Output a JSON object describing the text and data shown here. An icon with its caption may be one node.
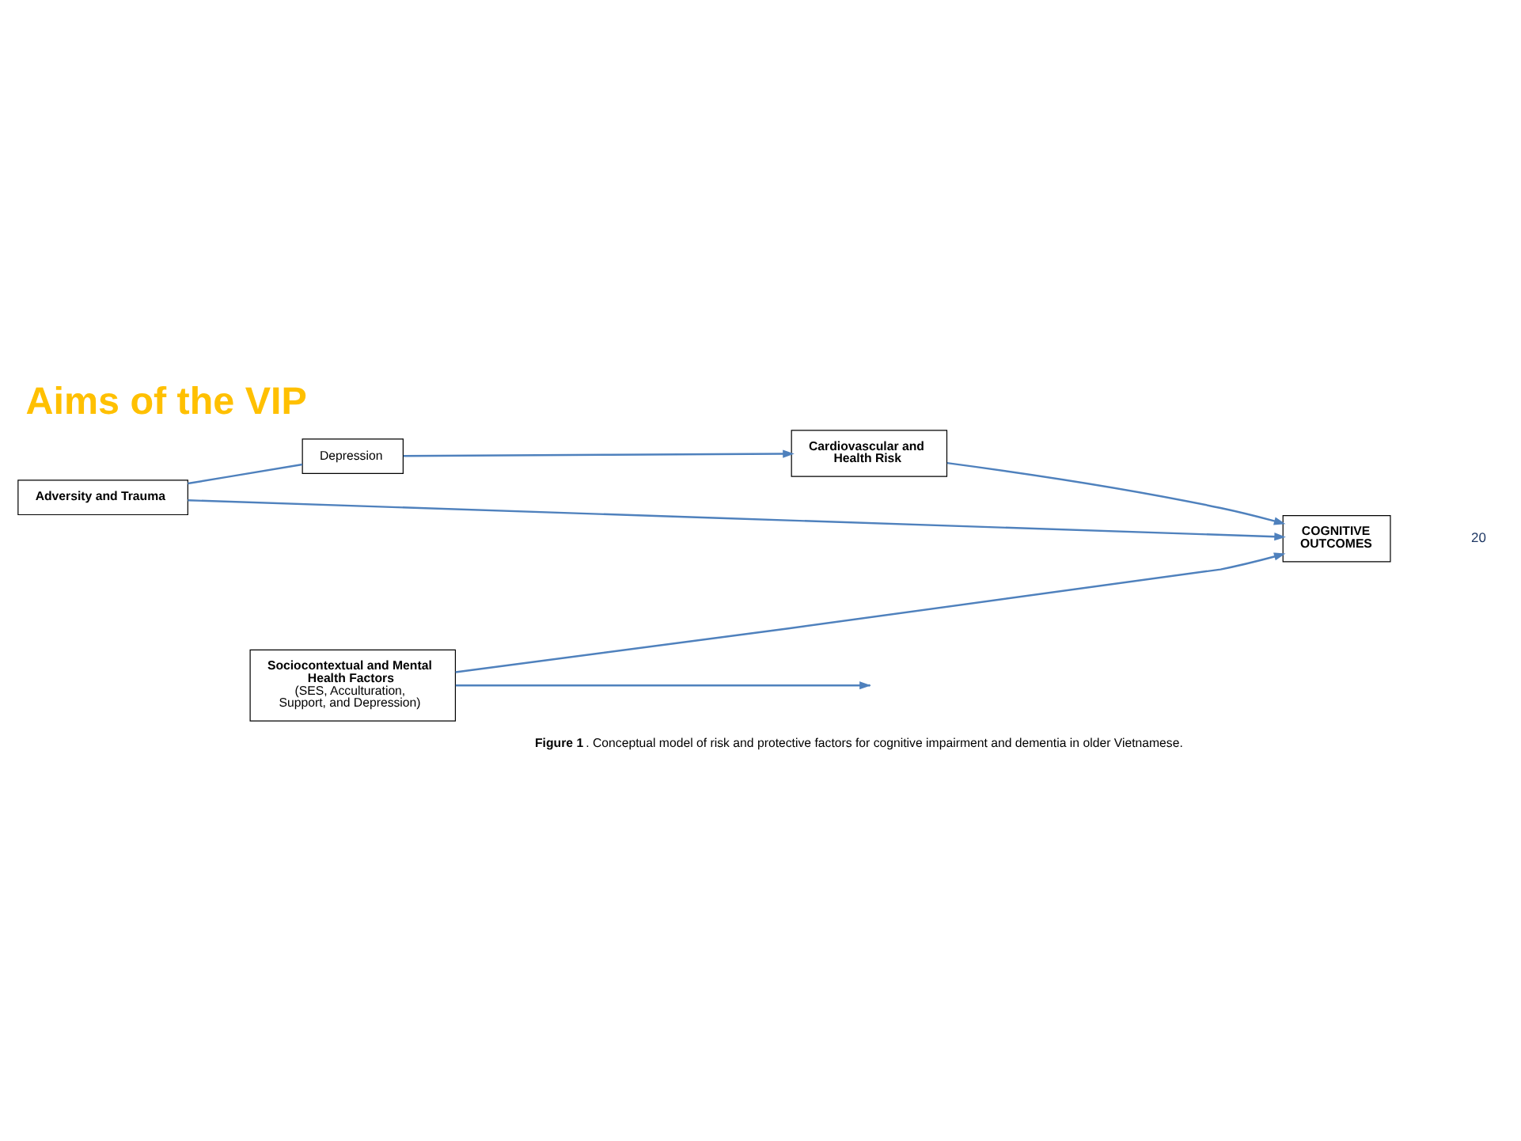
{
  "diagram": {
    "title": "Aims of the VIP",
    "caption": "**Figure 1**. Conceptual model of risk and protective factors for cognitive impairment and dementia in older Vietnamese.",
    "nodes": [
      {
        "text": [
          "Adversity and Trauma"
        ]
      },
      {
        "text": [
          "Depression"
        ]
      },
      {
        "text": [
          "Cardiovascular and Health Risk"
        ]
      },
      {
        "text": [
          "COGNITIVE OUTCOMES"
        ]
      },
      {
        "text": [
          "Sociocontextual and Mental Health Factors",
          "(SES, Acculturation, Support, and Depression)"
        ]
      }
    ],
    "edges": [
      {
        "from": 0,
        "to": 1,
        "arrow": "none"
      },
      {
        "from": 1,
        "to": 2,
        "arrow": "to"
      },
      {
        "from": 2,
        "to": 3,
        "arrow": "to"
      },
      {
        "from": 0,
        "to": 3,
        "arrow": "to"
      },
      {
        "from": 4,
        "to": 3,
        "arrow": "to"
      },
      {
        "from": 4,
        "to": null,
        "arrow": "to"
      }
    ],
    "labels": [
      "20"
    ]
  }
}
